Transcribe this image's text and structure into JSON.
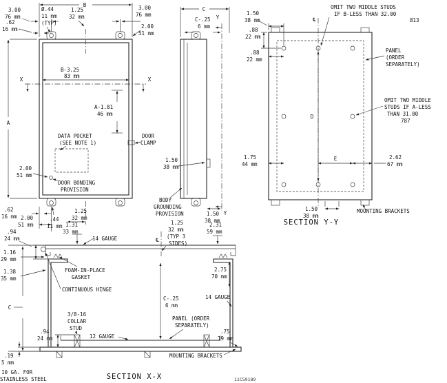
{
  "drawing": {
    "number": "11C59189",
    "front": {
      "dim_b": "B",
      "dim_a": "A",
      "sec_x_left": "X",
      "sec_x_right": "X",
      "top_left_300_in": "3.00",
      "top_left_300_mm": "76 mm",
      "top_left_62_in": ".62",
      "top_left_62_mm": "16 mm",
      "hole_dia_in": "Ø.44",
      "hole_dia_mm": "11 mm",
      "hole_typ": "(TYP)",
      "top_125_in": "1.25",
      "top_125_mm": "32 mm",
      "top_right_300_in": "3.00",
      "top_right_300_mm": "76 mm",
      "top_right_200_in": "2.00",
      "top_right_200_mm": "51 mm",
      "inner_w_in": "B-3.25",
      "inner_w_mm": "83 mm",
      "inner_h_in": "A-1.81",
      "inner_h_mm": "46 mm",
      "data_pocket_1": "DATA POCKET",
      "data_pocket_2": "(SEE NOTE 1)",
      "door_clamp_1": "DOOR",
      "door_clamp_2": "CLAMP",
      "left_200_in": "2.00",
      "left_200_mm": "51 mm",
      "door_bonding_1": "DOOR BONDING",
      "door_bonding_2": "PROVISION",
      "bottom_62_in": ".62",
      "bottom_62_mm": "16 mm",
      "bottom_200_in": "2.00",
      "bottom_200_mm": "51 mm",
      "bottom_44_in": ".44",
      "bottom_44_mm": "11 mm",
      "bottom_125_in": "1.25",
      "bottom_125_mm": "32 mm",
      "grounding_1": "BODY",
      "grounding_2": "GROUNDING",
      "grounding_3": "PROVISION"
    },
    "side": {
      "dim_c": "C",
      "c25_in": "C-.25",
      "c25_mm": "6 mm",
      "sec_y_top": "Y",
      "sec_y_bottom": "Y",
      "clamp_150_in": "1.50",
      "clamp_150_mm": "38 mm",
      "bottom_150_in": "1.50",
      "bottom_150_mm": "38 mm"
    },
    "yy": {
      "title": "SECTION Y-Y",
      "centerline": "℄",
      "top_150_in": "1.50",
      "top_150_mm": "38 mm",
      "omit_b_1": "OMIT TWO MIDDLE STUDS",
      "omit_b_2": "IF B-LESS THAN 32.00",
      "omit_b_3": "813",
      "left_88a_in": ".88",
      "left_88a_mm": "22 mm",
      "left_88b_in": ".88",
      "left_88b_mm": "22 mm",
      "panel_1": "PANEL",
      "panel_2": "(ORDER",
      "panel_3": "SEPARATELY)",
      "dim_d": "D",
      "omit_a_1": "OMIT TWO MIDDLE",
      "omit_a_2": "STUDS IF A-LESS",
      "omit_a_3": "THAN 31.00",
      "omit_a_4": "787",
      "left_175_in": "1.75",
      "left_175_mm": "44 mm",
      "dim_e": "E",
      "right_262_in": "2.62",
      "right_262_mm": "67 mm",
      "bottom_150_in": "1.50",
      "bottom_150_mm": "38 mm",
      "mounting_brackets": "MOUNTING BRACKETS"
    },
    "xx": {
      "title": "SECTION X-X",
      "centerline": "℄",
      "dim_c": "C",
      "d94a_in": ".94",
      "d94a_mm": "24 mm",
      "d131_in": "1.31",
      "d131_mm": "33 mm",
      "d116_in": "1.16",
      "d116_mm": "29 mm",
      "gauge14_top": "14 GAUGE",
      "typ_125_in": "1.25",
      "typ_125_mm": "32 mm",
      "typ_125_note1": "(TYP 3",
      "typ_125_note2": "SIDES)",
      "d231_in": "2.31",
      "d231_mm": "59 mm",
      "d138_in": "1.38",
      "d138_mm": "35 mm",
      "foam_1": "FOAM-IN-PLACE",
      "foam_2": "GASKET",
      "d275_in": "2.75",
      "d275_mm": "70 mm",
      "hinge": "CONTINUOUS HINGE",
      "c25_in": "C-.25",
      "c25_mm": "6 mm",
      "gauge14_right": "14 GAUGE",
      "stud_1": "3/8-16",
      "stud_2": "COLLAR",
      "stud_3": "STUD",
      "d94b_in": ".94",
      "d94b_mm": "24 mm",
      "gauge12": "12 GAUGE",
      "panel_1": "PANEL (ORDER",
      "panel_2": "SEPARATELY)",
      "d75_in": ".75",
      "d75_mm": "19 mm",
      "d19_in": ".19",
      "d19_mm": "5 mm",
      "ss_note_1": "10 GA. FOR",
      "ss_note_2": "STAINLESS STEEL",
      "mounting_brackets": "MOUNTING BRACKETS"
    }
  }
}
